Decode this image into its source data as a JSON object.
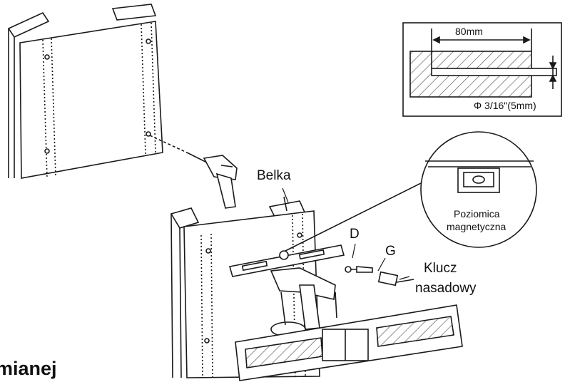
{
  "labels": {
    "beam": "Belka",
    "d": "D",
    "g": "G",
    "wrench_line1": "Klucz",
    "wrench_line2": "nasadowy",
    "level_line1": "Poziomica",
    "level_line2": "magnetyczna",
    "dim_width": "80mm",
    "dim_diameter": "Φ 3/16\"(5mm)",
    "cut_text": "mianej"
  },
  "colors": {
    "line": "#1a1a1a",
    "hatch": "#555555",
    "fill": "#ffffff"
  },
  "icons": [
    "drill-icon",
    "level-icon",
    "socket-wrench-icon",
    "bolt-icon"
  ]
}
